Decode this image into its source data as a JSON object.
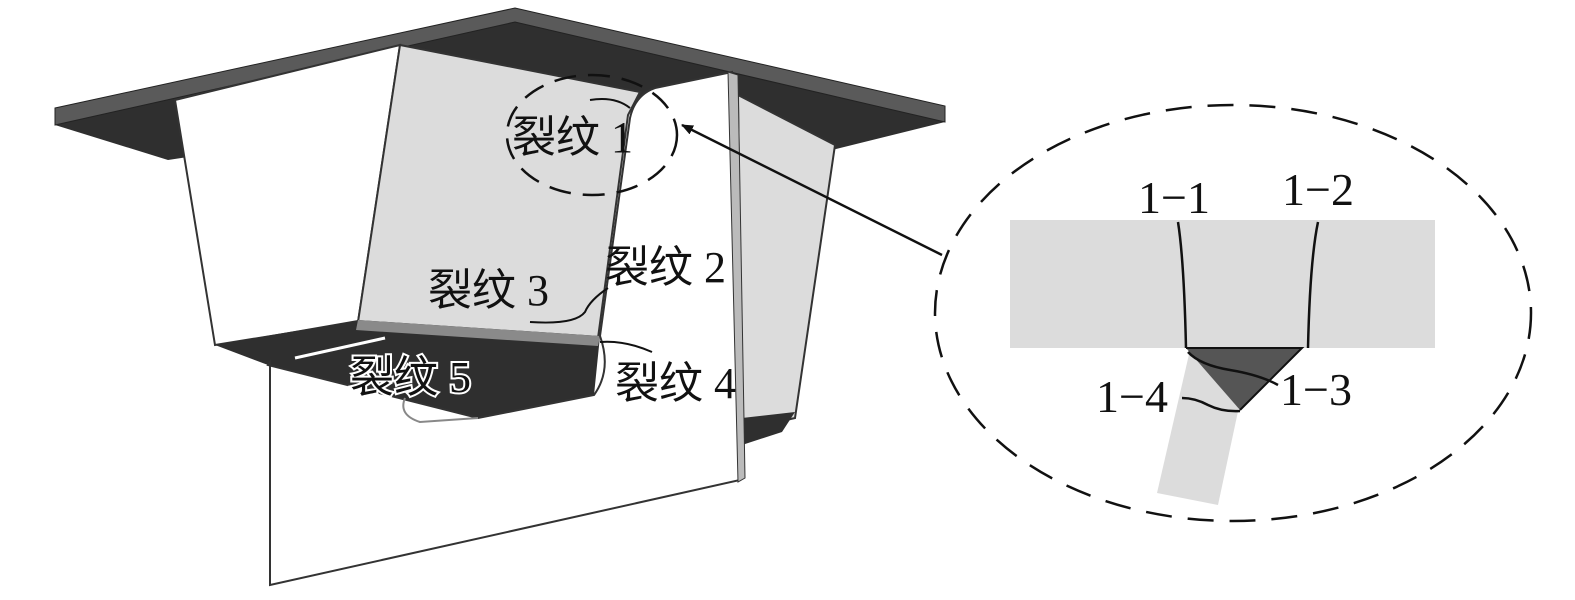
{
  "figure": {
    "crack_labels": {
      "crack1": "裂纹 1",
      "crack2": "裂纹 2",
      "crack3": "裂纹 3",
      "crack4": "裂纹 4",
      "crack5": "裂纹 5"
    },
    "detail_labels": {
      "d11": "1−1",
      "d12": "1−2",
      "d13": "1−3",
      "d14": "1−4"
    },
    "colors": {
      "plate_dark": "#2f2f2f",
      "plate_edge": "#5a5a5a",
      "web_light": "#dcdcdc",
      "weld": "#555555"
    }
  }
}
